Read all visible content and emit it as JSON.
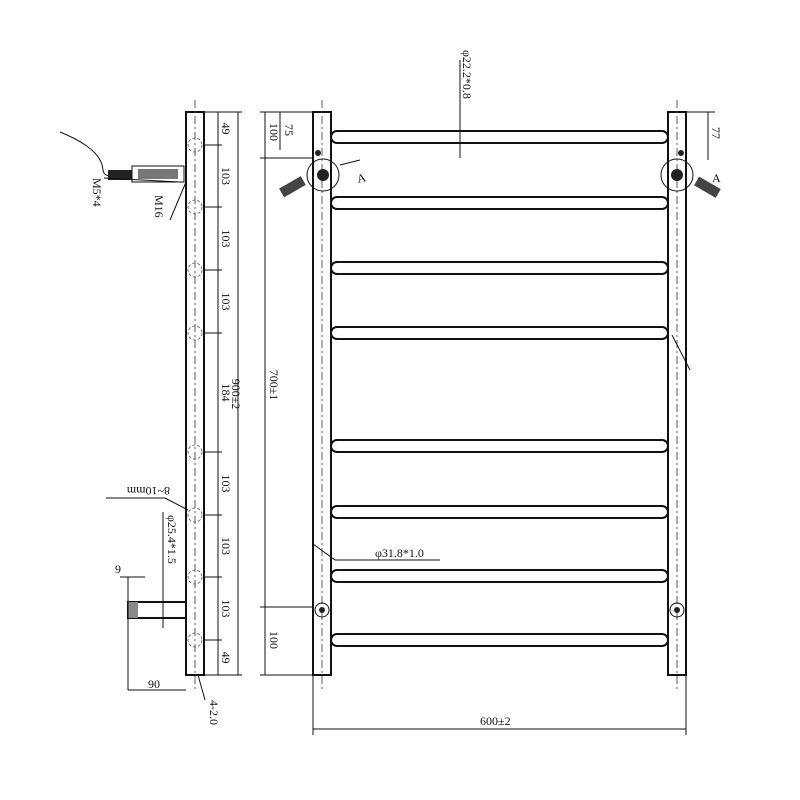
{
  "side_view": {
    "pitch_labels": [
      "49",
      "103",
      "103",
      "103",
      "184",
      "103",
      "103",
      "103",
      "49"
    ],
    "overall_height": "900±2",
    "sensor_thread": "M5*4",
    "heater_thread": "M16",
    "hole_spec": "8~10mm",
    "tube_spec": "φ25.4*1.5",
    "stub_depth": "9",
    "stub_length": "90",
    "hole_count_spec": "4-2.0"
  },
  "front_view": {
    "rail_spec": "φ22.2*0.8",
    "upright_spec": "φ31.8*1.0",
    "top_offset": "100",
    "top_inner_offset": "75",
    "right_offset": "77",
    "center_height": "700±1",
    "bottom_offset": "100",
    "width": "600±2",
    "detail_left": "A",
    "detail_right": "A"
  }
}
